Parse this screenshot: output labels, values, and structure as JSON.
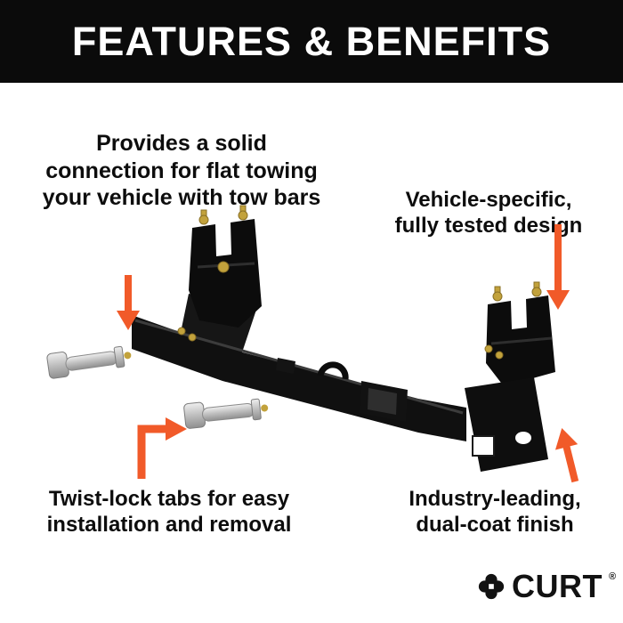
{
  "header": {
    "title": "FEATURES & BENEFITS"
  },
  "callouts": [
    {
      "id": "solid-connection",
      "text": "Provides a solid\nconnection for flat towing\nyour vehicle with tow bars"
    },
    {
      "id": "vehicle-specific",
      "text": "Vehicle-specific,\nfully tested design"
    },
    {
      "id": "twist-lock",
      "text": "Twist-lock tabs for easy\ninstallation and removal"
    },
    {
      "id": "dual-coat-finish",
      "text": "Industry-leading,\ndual-coat finish"
    }
  ],
  "brand": {
    "name": "CURT",
    "reg": "®"
  },
  "colors": {
    "accent_orange": "#F15A29",
    "banner_black": "#0B0B0B",
    "text_black": "#0D0D0D",
    "metal_gray": "#BDBDBD",
    "bolt_brass": "#C2A23C"
  },
  "icons": {
    "arrow_down": "arrow-down-icon",
    "arrow_elbow_right": "arrow-elbow-right-icon",
    "arrow_up": "arrow-up-icon",
    "brand_mark": "curt-gear-icon"
  }
}
